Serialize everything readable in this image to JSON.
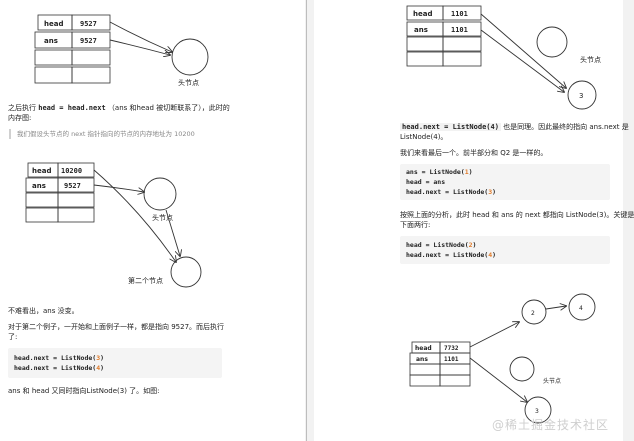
{
  "left_page": {
    "diagram1": {
      "row_head": "head",
      "val_head": "9527",
      "row_ans": "ans",
      "val_ans": "9527",
      "node_label": "头节点"
    },
    "para1": {
      "prefix": "之后执行",
      "code": "head = head.next",
      "suffix": "（ans 和head 被切断联系了），此时的",
      "line2": "内存图:"
    },
    "quote": "我们假设头节点的 next 指针指向的节点的内存地址为 10200",
    "diagram2": {
      "row_head": "head",
      "val_head": "10200",
      "row_ans": "ans",
      "val_ans": "9527",
      "node1_label": "头节点",
      "node2_label": "第二个节点"
    },
    "para2": "不难看出，ans 没变。",
    "para3": "对于第二个例子，一开始和上面例子一样，都是指向 9527。而后执行",
    "para3b": "了:",
    "code1": [
      {
        "a": "head.next = ListNode(",
        "n": "3",
        "b": ")"
      },
      {
        "a": "head.next = ListNode(",
        "n": "4",
        "b": ")"
      }
    ],
    "para4": "ans 和 head 又同时指向ListNode(3) 了。如图:"
  },
  "right_page": {
    "diagram1": {
      "row_head": "head",
      "val_head": "1101",
      "row_ans": "ans",
      "val_ans": "1101",
      "node_label": "头节点",
      "node3": "3"
    },
    "para1": {
      "code": "head.next = ListNode(4)",
      "suffix": "也是同理。因此最终的指向 ans.next 是",
      "line2": "ListNode(4)。"
    },
    "para2": "我们来看最后一个。前半部分和 Q2 是一样的。",
    "code1": [
      {
        "a": "ans = ListNode(",
        "n": "1",
        "b": ")"
      },
      {
        "a": "head = ans",
        "n": "",
        "b": ""
      },
      {
        "a": "head.next = ListNode(",
        "n": "3",
        "b": ")"
      }
    ],
    "para3": "按照上面的分析，此时 head 和 ans 的 next 都指向 ListNode(3)。关键是",
    "para3b": "下面两行:",
    "code2": [
      {
        "a": "head = ListNode(",
        "n": "2",
        "b": ")"
      },
      {
        "a": "head.next = ListNode(",
        "n": "4",
        "b": ")"
      }
    ],
    "diagram2": {
      "row_head": "head",
      "val_head": "7732",
      "row_ans": "ans",
      "val_ans": "1101",
      "node2": "2",
      "node4": "4",
      "node3": "3",
      "node_label": "头节点"
    }
  },
  "watermark": "@稀土掘金技术社区"
}
